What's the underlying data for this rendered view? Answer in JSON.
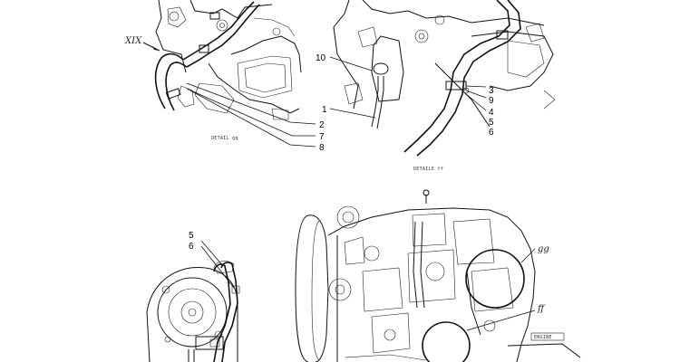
{
  "detail_gg": {
    "caption": "DETAIL gg",
    "view_mark": "XIX",
    "callouts": [
      "2",
      "7",
      "8"
    ]
  },
  "detail_ff": {
    "caption": "DETAILE ff",
    "callouts_left": [
      "10",
      "1"
    ],
    "callouts_right": [
      "3",
      "9",
      "4",
      "5",
      "6"
    ]
  },
  "view_xix": {
    "callouts": [
      "5",
      "6"
    ]
  },
  "engine_overview": {
    "detail_marks": [
      "gg",
      "ff"
    ],
    "plate_text": "ENGINE"
  }
}
